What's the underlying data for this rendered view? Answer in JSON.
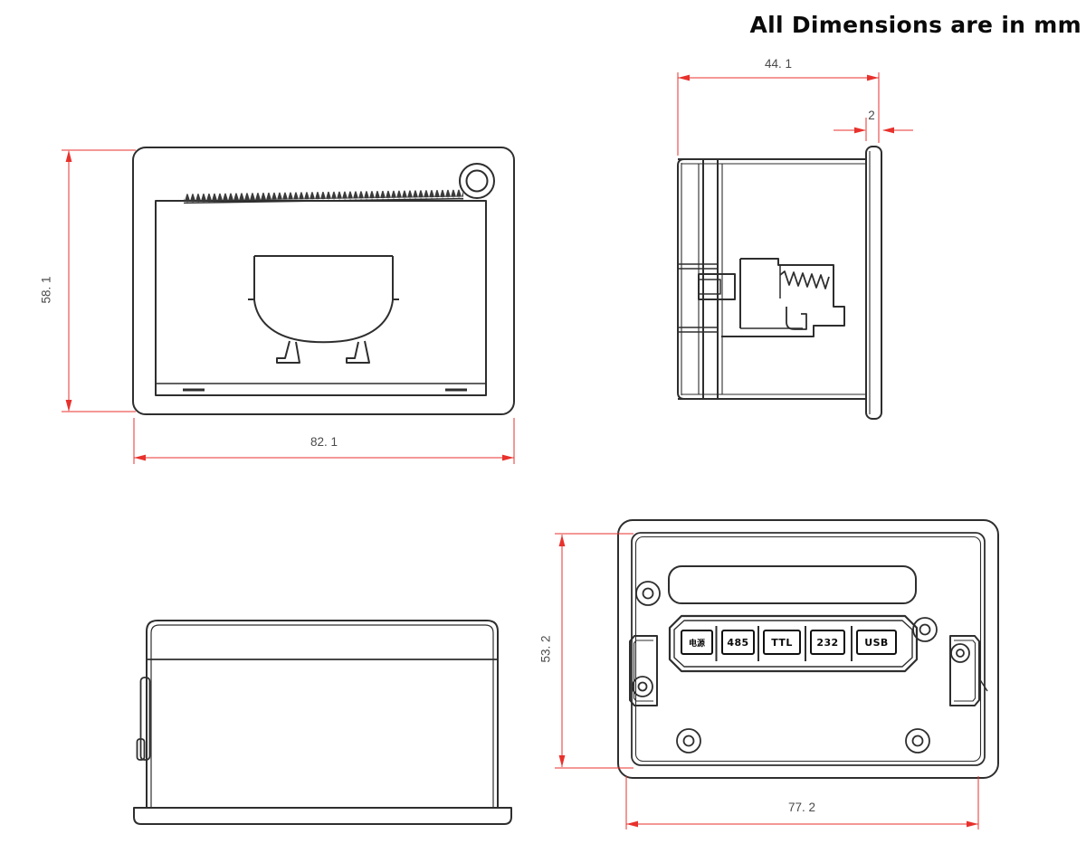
{
  "title": "All Dimensions are in mm",
  "front_view": {
    "height_dim": "58. 1",
    "width_dim": "82. 1"
  },
  "side_view": {
    "width_dim": "44. 1",
    "bezel_dim": "2"
  },
  "rear_view": {
    "height_dim": "53. 2",
    "width_dim": "77. 2",
    "ports": [
      "电源",
      "485",
      "TTL",
      "232",
      "USB"
    ]
  },
  "colors": {
    "dimension_red": "#e8312c",
    "drawing_line": "#2e2e2e",
    "dim_text": "#4a4a4a"
  }
}
